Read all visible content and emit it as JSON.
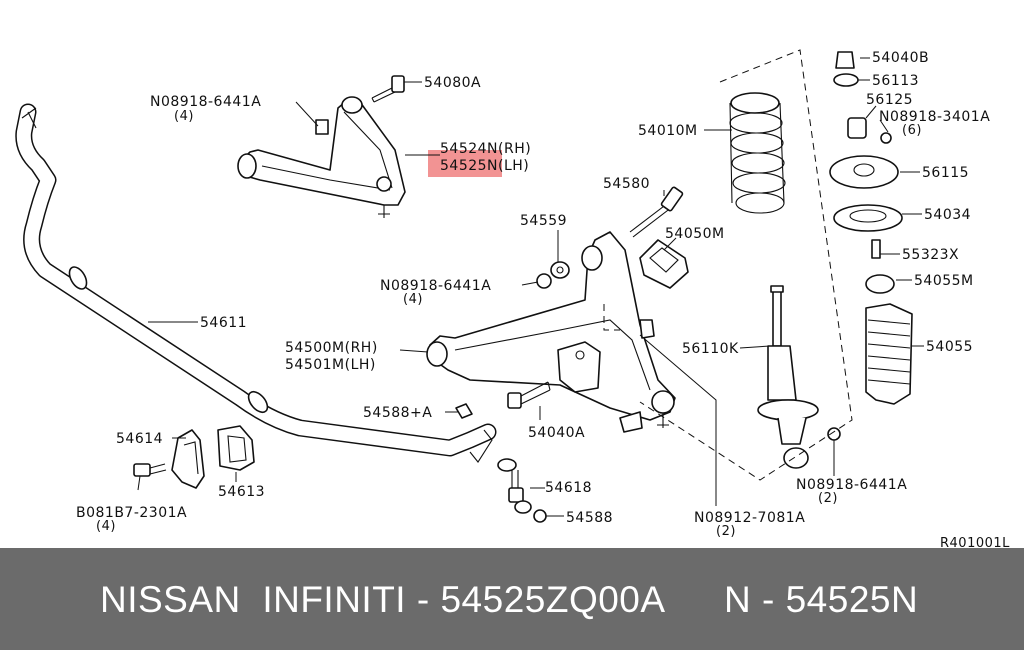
{
  "labels": {
    "bolt_54080A": "54080A",
    "nut_upper": "N08918-6441A",
    "qty_nut_upper": "(4)",
    "arm_rh": "54524N(RH)",
    "arm_lh": "54525N(LH)",
    "spring": "54010M",
    "bolt_54580": "54580",
    "washer_54559": "54559",
    "stopper": "54050M",
    "nut_lower": "N08918-6441A",
    "qty_nut_lower": "(4)",
    "stabilizer": "54611",
    "lower_rh": "54500M(RH)",
    "lower_lh": "54501M(LH)",
    "bracket_54588A": "54588+A",
    "bolt_54040A": "54040A",
    "clamp": "54614",
    "bushing": "54613",
    "bolt_081B7": "B081B7-2301A",
    "qty_bolt_081B7": "(4)",
    "link": "54618",
    "nut_54588": "54588",
    "nut_08912": "N08912-7081A",
    "qty_08912": "(2)",
    "strut": "56110K",
    "nut_54040B": "54040B",
    "washer_56113": "56113",
    "insulator_56125": "56125",
    "nut_top": "N08918-3401A",
    "qty_nut_top": "(6)",
    "mount": "56115",
    "seat": "54034",
    "bumper_55323X": "55323X",
    "bumper_54055M": "54055M",
    "boot": "54055",
    "nut_strut": "N08918-6441A",
    "qty_nut_strut": "(2)",
    "diagram_code": "R401001L"
  },
  "highlight_color": "#f08080",
  "footer": {
    "part_number": "NISSAN  INFINITI - 54525ZQ00A",
    "reference": "N - 54525N",
    "background": "#6b6b6b"
  }
}
